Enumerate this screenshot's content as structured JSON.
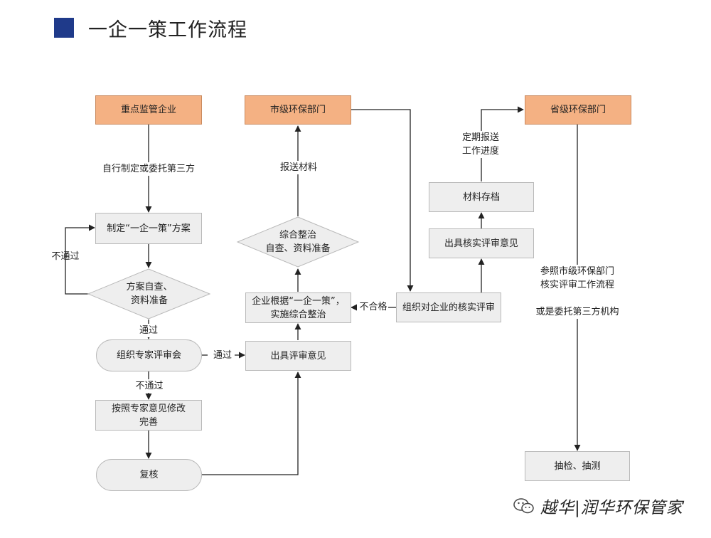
{
  "title": "一企一策工作流程",
  "nodes": {
    "key_enterprise": "重点监管企业",
    "city_dept": "市级环保部门",
    "province_dept": "省级环保部门",
    "make_plan": "制定“一企一策”方案",
    "self_check": "方案自查、\n资料准备",
    "expert_review": "组织专家评审会",
    "revise": "按照专家意见修改\n完善",
    "recheck": "复核",
    "issue_opinion": "出具评审意见",
    "rectify": "企业根据“一企一策”，\n实施综合整治",
    "comprehensive": "综合整治\n自查、资料准备",
    "verify_review": "组织对企业的核实评审",
    "verify_opinion": "出具核实评审意见",
    "archive": "材料存档",
    "spot_check": "抽检、抽测"
  },
  "labels": {
    "self_or_third": "自行制定或委托第三方",
    "fail_loop": "不通过",
    "pass1": "通过",
    "fail2": "不通过",
    "pass2": "通过",
    "submit_materials": "报送材料",
    "unqualified": "不合格",
    "periodic_report": "定期报送\n工作进度",
    "province_note": "参照市级环保部门\n核实评审工作流程\n\n或是委托第三方机构"
  },
  "watermark": {
    "text": "越华|润华环保管家",
    "icon": "wechat-icon"
  },
  "colors": {
    "accent": "#1f3a8a",
    "orange_node": "#f4b183",
    "gray_node": "#eeeeee",
    "line": "#222222"
  }
}
